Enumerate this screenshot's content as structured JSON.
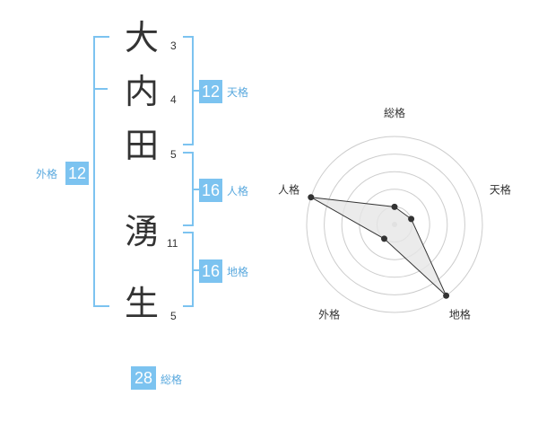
{
  "name": {
    "chars": [
      "大",
      "内",
      "田",
      "湧",
      "生"
    ],
    "strokes": [
      "3",
      "4",
      "5",
      "11",
      "5"
    ]
  },
  "fortunes": {
    "tenkaku": {
      "label": "天格",
      "value": "12"
    },
    "jinkaku": {
      "label": "人格",
      "value": "16"
    },
    "chikaku": {
      "label": "地格",
      "value": "16"
    },
    "gaikaku": {
      "label": "外格",
      "value": "12"
    },
    "soukaku": {
      "label": "総格",
      "value": "28"
    }
  },
  "chart_data": {
    "type": "radar",
    "axes": [
      "総格",
      "天格",
      "地格",
      "外格",
      "人格"
    ],
    "max": 5,
    "values": [
      1,
      1,
      5,
      1,
      5
    ],
    "grid": true
  },
  "colors": {
    "accent": "#7cc3f0",
    "label": "#5aa9de",
    "text": "#333333",
    "grid": "#cccccc",
    "fill": "#e6e6e6"
  }
}
